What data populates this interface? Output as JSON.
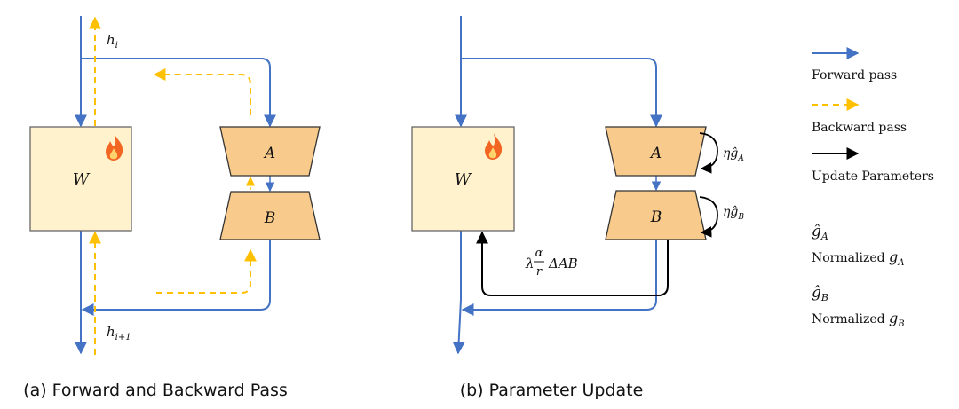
{
  "panel_a": {
    "caption": "(a) Forward and Backward Pass",
    "weight_label": "W",
    "adapter_a_label": "A",
    "adapter_b_label": "B",
    "h_in": "h",
    "h_in_sub": "i",
    "h_out": "h",
    "h_out_sub": "i+1"
  },
  "panel_b": {
    "caption": "(b) Parameter Update",
    "weight_label": "W",
    "adapter_a_label": "A",
    "adapter_b_label": "B",
    "update_a_eta": "η",
    "update_a_ghat": "ĝ",
    "update_a_sub": "A",
    "update_b_eta": "η",
    "update_b_ghat": "ĝ",
    "update_b_sub": "B",
    "merge_lambda": "λ",
    "merge_alpha": "α",
    "merge_r": "r",
    "merge_rest": "ΔAB"
  },
  "legend": {
    "forward_label": "Forward pass",
    "backward_label": "Backward pass",
    "update_label": "Update Parameters",
    "ghat_a_symbol": "ĝ",
    "ghat_a_sub": "A",
    "normalized_a_text": "Normalized ",
    "normalized_a_g": "g",
    "normalized_a_sub": "A",
    "ghat_b_symbol": "ĝ",
    "ghat_b_sub": "B",
    "normalized_b_text": "Normalized ",
    "normalized_b_g": "g",
    "normalized_b_sub": "B"
  },
  "colors": {
    "forward": "#4472c4",
    "backward": "#ffc000",
    "update": "#000000",
    "weight_fill": "#fff2cc",
    "adapter_fill": "#f8cb8c",
    "flame": "#f26522"
  }
}
